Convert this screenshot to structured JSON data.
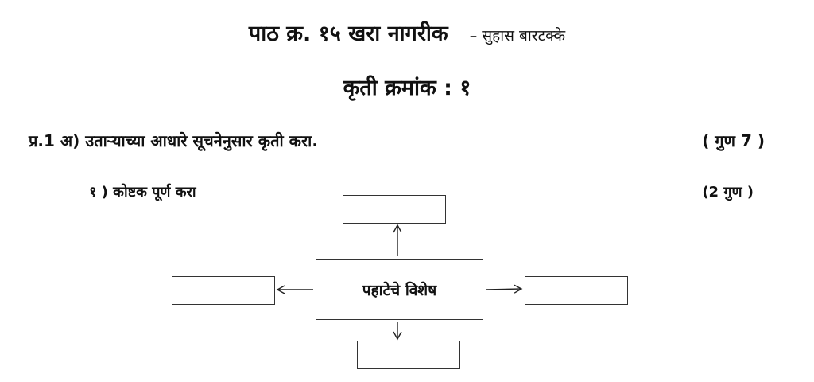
{
  "header": {
    "lesson_title": "पाठ क्र. १५  खरा नागरीक",
    "author": "– सुहास बारटक्के"
  },
  "activity": {
    "title": "कृती क्रमांक : १"
  },
  "question": {
    "text": "प्र.1 अ) उताऱ्याच्या आधारे सूचनेनुसार कृती करा.",
    "marks": "( गुण 7 )"
  },
  "subquestion": {
    "text": "१ ) कोष्टक पूर्ण करा",
    "marks": "(2 गुण )"
  },
  "diagram": {
    "center_label": "पहाटेचे विशेष",
    "answers": {
      "top": "",
      "left": "",
      "right": "",
      "bottom": ""
    }
  }
}
